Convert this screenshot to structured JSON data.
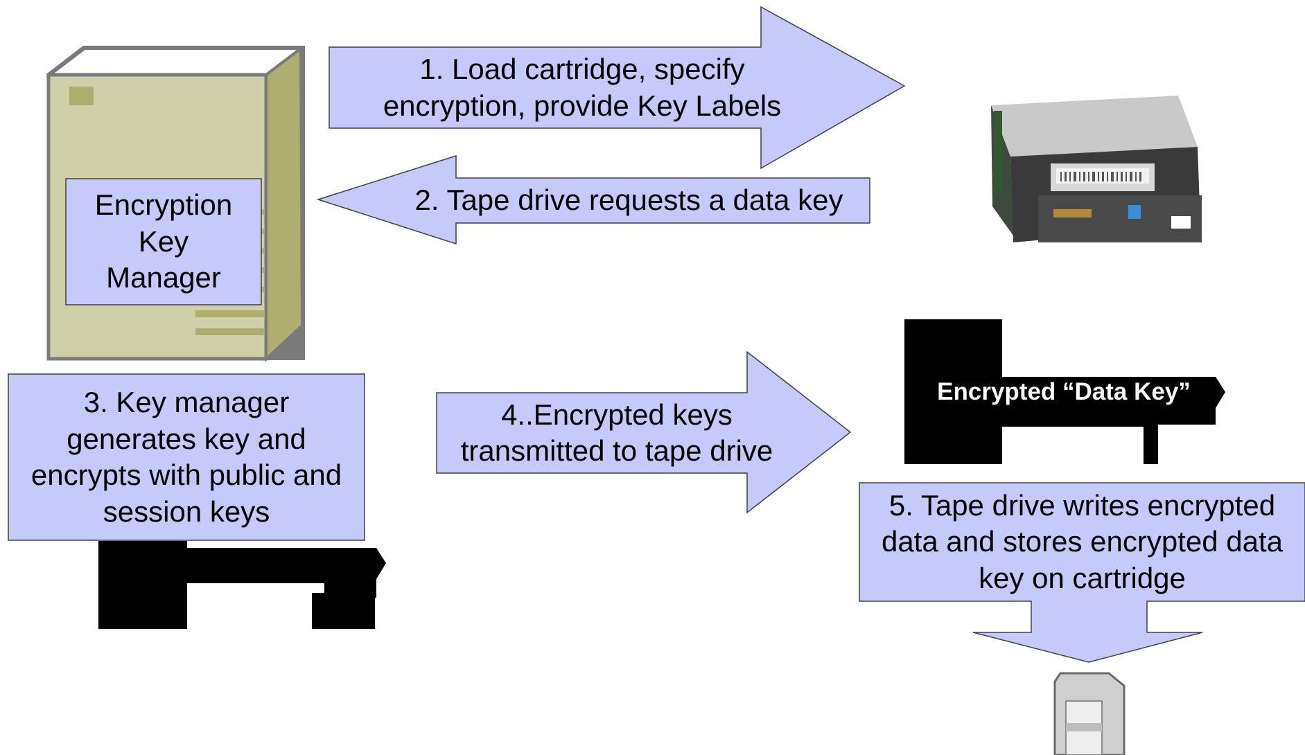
{
  "colors": {
    "box_fill": "#c5cafb",
    "box_stroke": "#404040",
    "server_front": "#cfd0a8",
    "server_side": "#aeae70",
    "server_top": "#ffffff",
    "server_accent": "#aeae70",
    "key_fill": "#000000",
    "key_text": "#ffffff",
    "cartridge_fill": "#cfcfcf"
  },
  "server": {
    "icon": "server-icon",
    "label_lines": [
      "Encryption",
      "Key",
      "Manager"
    ]
  },
  "steps": {
    "step1": {
      "lines": [
        "1. Load cartridge, specify",
        "encryption, provide Key Labels"
      ]
    },
    "step2": {
      "lines": [
        "2. Tape drive requests a data key"
      ]
    },
    "step3": {
      "lines": [
        "3. Key manager",
        "generates key and",
        "encrypts with public and",
        "session keys"
      ]
    },
    "step4": {
      "lines": [
        "4..Encrypted keys",
        "transmitted to tape drive"
      ]
    },
    "step5": {
      "lines": [
        "5. Tape drive writes encrypted",
        "data and stores encrypted data",
        "key on cartridge"
      ]
    }
  },
  "tape_drive": {
    "icon": "tape-drive-icon"
  },
  "data_key": {
    "icon": "key-icon",
    "label": "Encrypted “Data Key”"
  },
  "manager_key": {
    "icon": "key-icon"
  },
  "cartridge": {
    "icon": "tape-cartridge-icon"
  }
}
